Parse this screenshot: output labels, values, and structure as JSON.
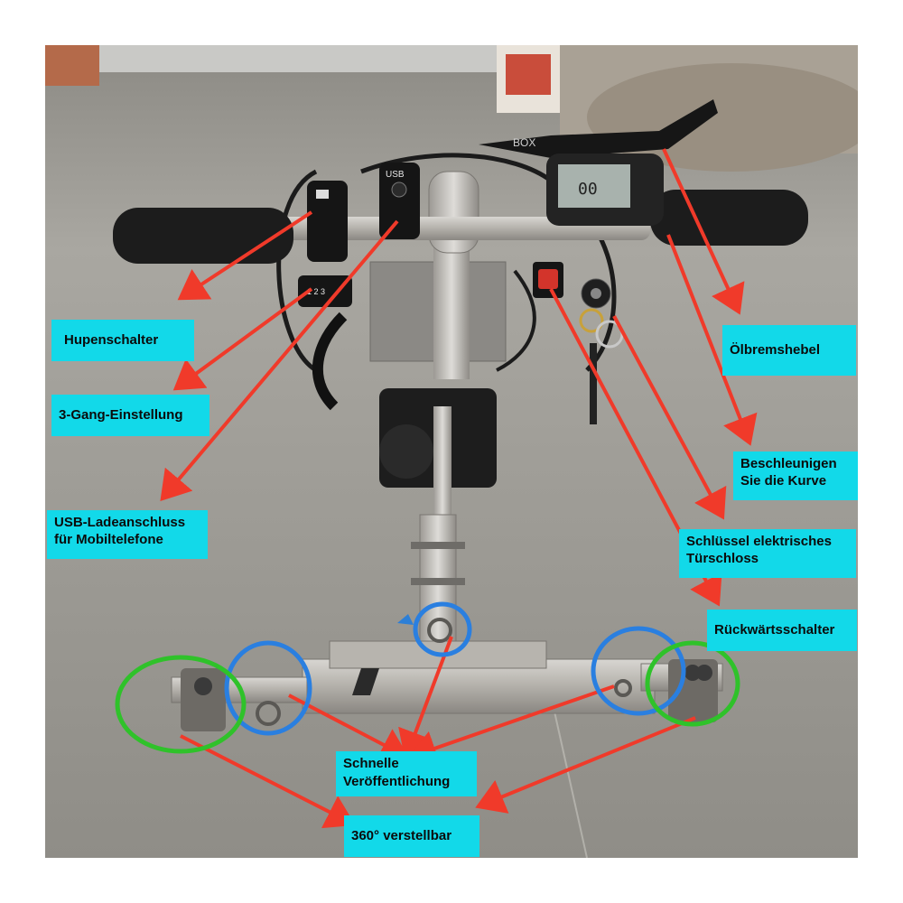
{
  "labels": {
    "horn_switch": "Hupenschalter",
    "gear_setting": "3-Gang-Einstellung",
    "usb_port_line1": "USB-Ladeanschluss",
    "usb_port_line2": "für Mobiltelefone",
    "oil_brake_lever": "Ölbremshebel",
    "throttle_line1": "Beschleunigen",
    "throttle_line2": "Sie die Kurve",
    "key_lock_line1": "Schlüssel elektrisches",
    "key_lock_line2": "Türschloss",
    "reverse_switch": "Rückwärtsschalter",
    "quick_release_line1": "Schnelle",
    "quick_release_line2": "Veröffentlichung",
    "adjustable_360": "360° verstellbar"
  },
  "device_text": {
    "usb_module": "USB",
    "gear_module": "1 2 3",
    "brake_brand": "BOX"
  },
  "colors": {
    "label_bg": "#12d9e9",
    "arrow": "#f03a2a",
    "circle_blue": "#2a7fe0",
    "circle_green": "#2fc22a"
  }
}
